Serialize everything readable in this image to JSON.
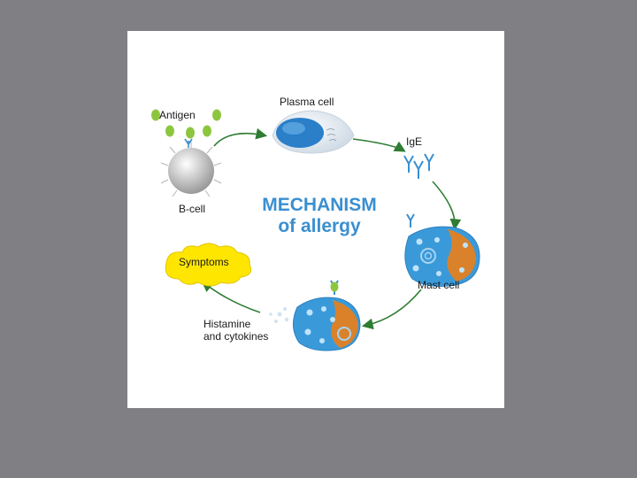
{
  "diagram": {
    "title_line1": "MECHANISM",
    "title_line2": "of allergy",
    "labels": {
      "antigen": "Antigen",
      "plasma_cell": "Plasma cell",
      "ige": "IgE",
      "b_cell": "B-cell",
      "mast_cell": "Mast cell",
      "symptoms": "Symptoms",
      "histamine_line1": "Histamine",
      "histamine_line2": "and cytokines"
    },
    "colors": {
      "background": "#807f84",
      "panel": "#ffffff",
      "title": "#3a8fd0",
      "arrow": "#2e7d32",
      "antigen": "#8cc63f",
      "antibody": "#3a8fd0",
      "mast_cell": "#3a9ad9",
      "mast_nucleus": "#d9822b",
      "symptoms_fill": "#ffe600"
    },
    "icons": [
      "antigen-icon",
      "plasma-cell-icon",
      "ige-antibody-icon",
      "b-cell-icon",
      "mast-cell-icon",
      "symptoms-cloud-icon",
      "histamine-granules-icon",
      "cycle-arrow-icon"
    ]
  }
}
